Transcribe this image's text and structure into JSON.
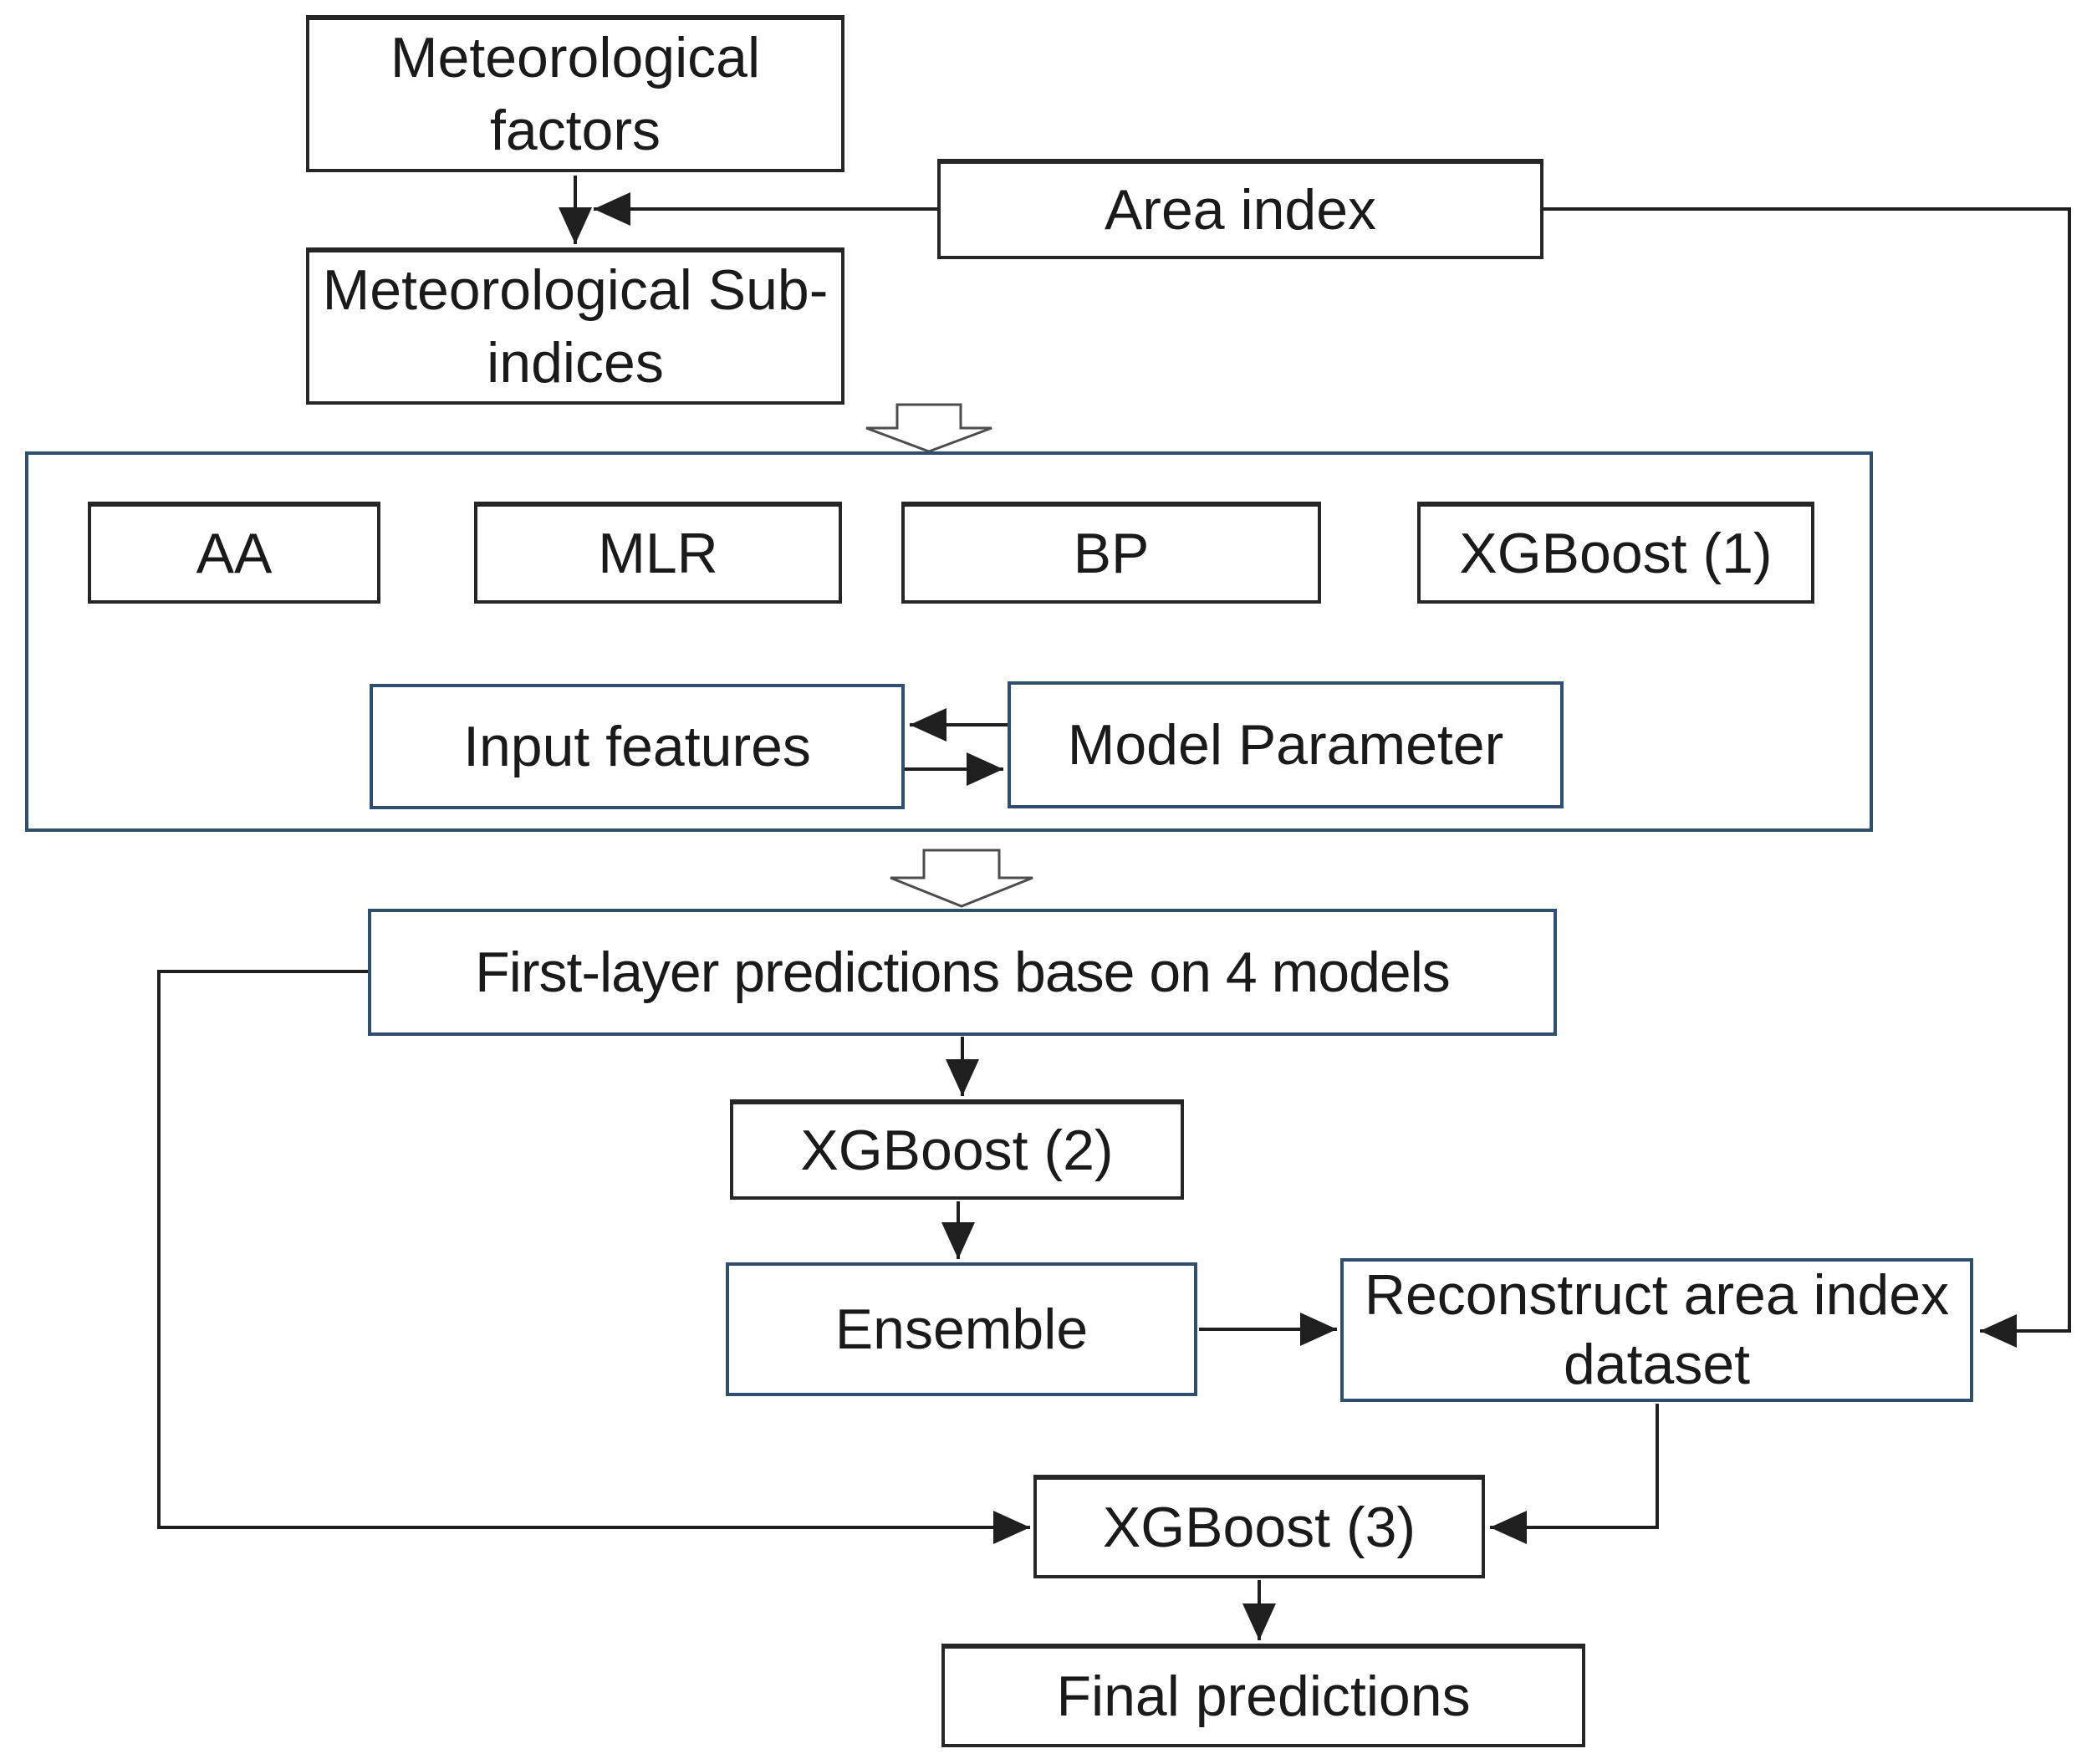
{
  "figure_type": "flowchart",
  "colors": {
    "box_border": "#262626",
    "accent_border": "#2f4f70",
    "connector": "#1f1f1f",
    "block_arrow_outline": "#4d4d4d",
    "background": "#ffffff",
    "text": "#1a1a1a"
  },
  "nodes": {
    "met_factors": "Meteorological factors",
    "area_index": "Area index",
    "met_sub_indices": "Meteorological Sub-indices",
    "aa": "AA",
    "mlr": "MLR",
    "bp": "BP",
    "xgboost_1": "XGBoost (1)",
    "input_features": "Input features",
    "model_parameter": "Model Parameter",
    "first_layer": "First-layer predictions base on 4 models",
    "xgboost_2": "XGBoost (2)",
    "ensemble": "Ensemble",
    "reconstruct": "Reconstruct area index dataset",
    "xgboost_3": "XGBoost (3)",
    "final_predictions": "Final predictions"
  },
  "edges": [
    {
      "from": "met_factors",
      "to": "met_sub_indices"
    },
    {
      "from": "area_index",
      "to": "met_sub_indices"
    },
    {
      "from": "met_sub_indices",
      "to": "model_container"
    },
    {
      "from": "model_parameter",
      "to": "input_features"
    },
    {
      "from": "input_features",
      "to": "model_parameter"
    },
    {
      "from": "model_container",
      "to": "first_layer"
    },
    {
      "from": "first_layer",
      "to": "xgboost_2"
    },
    {
      "from": "xgboost_2",
      "to": "ensemble"
    },
    {
      "from": "ensemble",
      "to": "reconstruct"
    },
    {
      "from": "area_index",
      "to": "reconstruct"
    },
    {
      "from": "reconstruct",
      "to": "xgboost_3"
    },
    {
      "from": "first_layer",
      "to": "xgboost_3"
    },
    {
      "from": "xgboost_3",
      "to": "final_predictions"
    }
  ]
}
